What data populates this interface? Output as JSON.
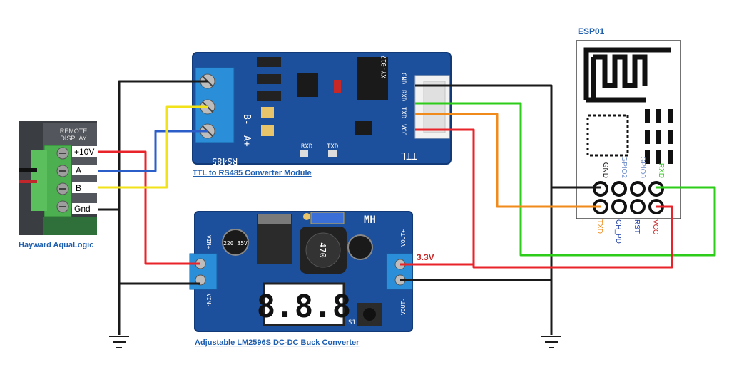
{
  "captions": {
    "ttl_module": "TTL to RS485 Converter Module",
    "buck_converter": "Adjustable LM2596S DC-DC Buck Converter",
    "aqualogic": "Hayward AquaLogic",
    "esp01": "ESP01"
  },
  "aqualogic_terminals": [
    "+10V",
    "A",
    "B",
    "Gnd"
  ],
  "aqualogic_panel_text": [
    "REMOTE",
    "DISPLAY"
  ],
  "rs485_module": {
    "screw_labels": [
      "B-",
      "A+"
    ],
    "header_pins": [
      "GND",
      "RXD",
      "TXD",
      "VCC"
    ],
    "board_texts": [
      "RS485",
      "TTL",
      "RXD",
      "TXD",
      "XY-017"
    ]
  },
  "buck_module": {
    "voltage_label": "3.3V",
    "display_digits": "8.8.8",
    "board_texts": [
      "MH",
      "VIN+",
      "VIN-",
      "VOUT+",
      "VOUT-",
      "S1",
      "470",
      "220 35V"
    ]
  },
  "esp01_pins": {
    "top": [
      "GND",
      "GPIO2",
      "GPIO0",
      "RXD"
    ],
    "bottom": [
      "TXD",
      "CH_PD",
      "RST",
      "VCC"
    ]
  },
  "colors": {
    "wire_red": "#e8232a",
    "wire_black": "#1a1a1a",
    "wire_blue": "#2b5ec8",
    "wire_yellow": "#f2e21a",
    "wire_green": "#2ecc1a",
    "wire_orange": "#f08a1a",
    "pcb_blue": "#1c4f9c",
    "terminal_blue": "#2a8fd8",
    "terminal_green": "#4caf50",
    "caption_blue": "#1f5fb0"
  }
}
